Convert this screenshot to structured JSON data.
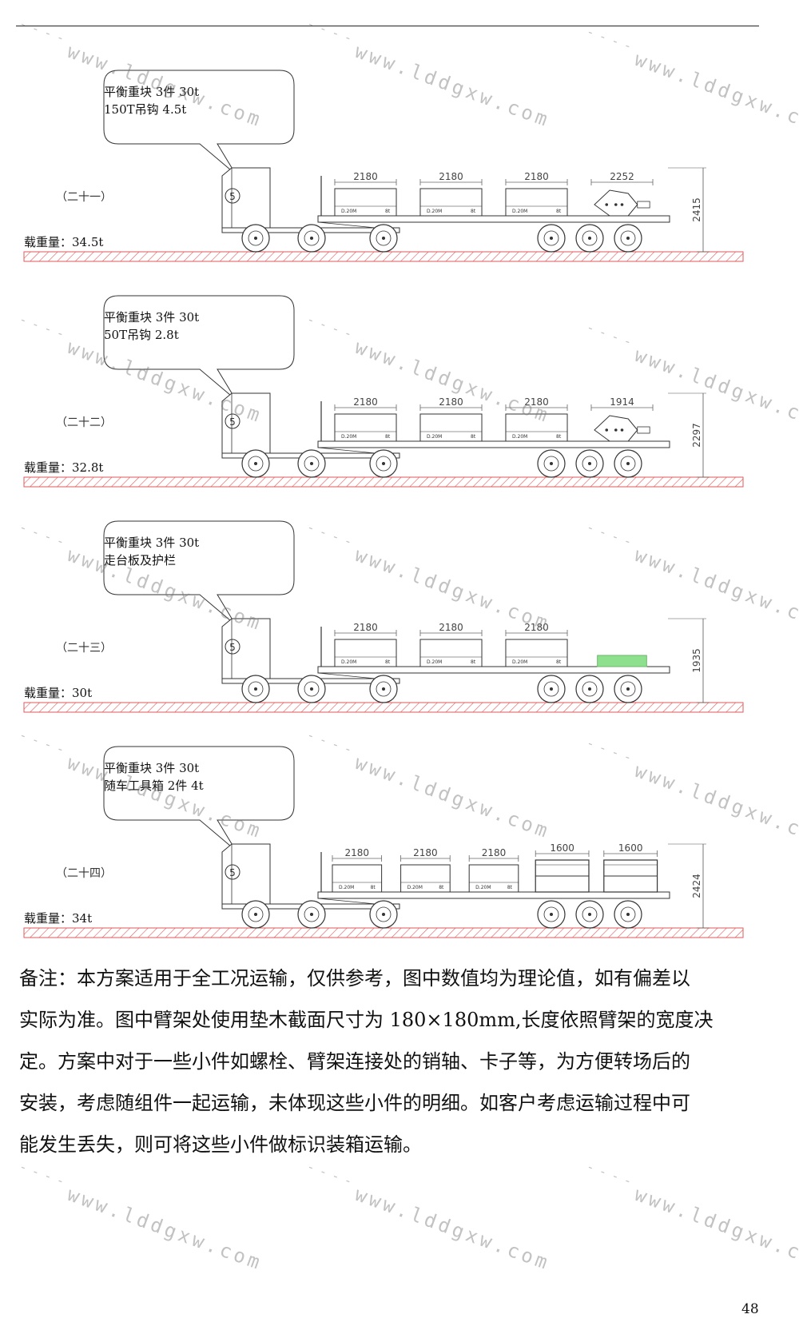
{
  "sections": [
    {
      "label": "（二十一）",
      "bubble_lines": [
        "平衡重块 3件  30t",
        "150T吊钩  4.5t"
      ],
      "load": "载重量：34.5t",
      "cargo": [
        {
          "dim": "2180",
          "kind": "block"
        },
        {
          "dim": "2180",
          "kind": "block"
        },
        {
          "dim": "2180",
          "kind": "block"
        },
        {
          "dim": "2252",
          "kind": "hook"
        }
      ],
      "height": "2415"
    },
    {
      "label": "（二十二）",
      "bubble_lines": [
        "平衡重块 3件  30t",
        "50T吊钩  2.8t"
      ],
      "load": "载重量：32.8t",
      "cargo": [
        {
          "dim": "2180",
          "kind": "block"
        },
        {
          "dim": "2180",
          "kind": "block"
        },
        {
          "dim": "2180",
          "kind": "block"
        },
        {
          "dim": "1914",
          "kind": "hook"
        }
      ],
      "height": "2297"
    },
    {
      "label": "（二十三）",
      "bubble_lines": [
        "平衡重块 3件  30t",
        "走台板及护栏"
      ],
      "load": "载重量：30t",
      "cargo": [
        {
          "dim": "2180",
          "kind": "block"
        },
        {
          "dim": "2180",
          "kind": "block"
        },
        {
          "dim": "2180",
          "kind": "block"
        },
        {
          "dim": "",
          "kind": "platform"
        }
      ],
      "height": "1935"
    },
    {
      "label": "（二十四）",
      "bubble_lines": [
        "平衡重块 3件  30t",
        "随车工具箱  2件  4t"
      ],
      "load": "载重量：34t",
      "cargo": [
        {
          "dim": "2180",
          "kind": "block"
        },
        {
          "dim": "2180",
          "kind": "block"
        },
        {
          "dim": "2180",
          "kind": "block"
        },
        {
          "dim": "1600",
          "kind": "toolbox"
        },
        {
          "dim": "1600",
          "kind": "toolbox"
        }
      ],
      "height": "2424"
    }
  ],
  "cargo_mark_left": "D.20M",
  "cargo_mark_right": "8t",
  "cab_number": "5",
  "notes": [
    "备注：本方案适用于全工况运输，仅供参考，图中数值均为理论值，如有偏差以",
    "实际为准。图中臂架处使用垫木截面尺寸为 180×180mm,长度依照臂架的宽度决",
    "定。方案中对于一些小件如螺栓、臂架连接处的销轴、卡子等，为方便转场后的",
    "安装，考虑随组件一起运输，未体现这些小件的明细。如客户考虑运输过程中可",
    "能发生丢失，则可将这些小件做标识装箱运输。"
  ],
  "page_number": "48",
  "watermark": "www.lddgxw.com",
  "colors": {
    "hatch": "#e05a5a",
    "platform": "#8ee08e",
    "line": "#333333"
  }
}
